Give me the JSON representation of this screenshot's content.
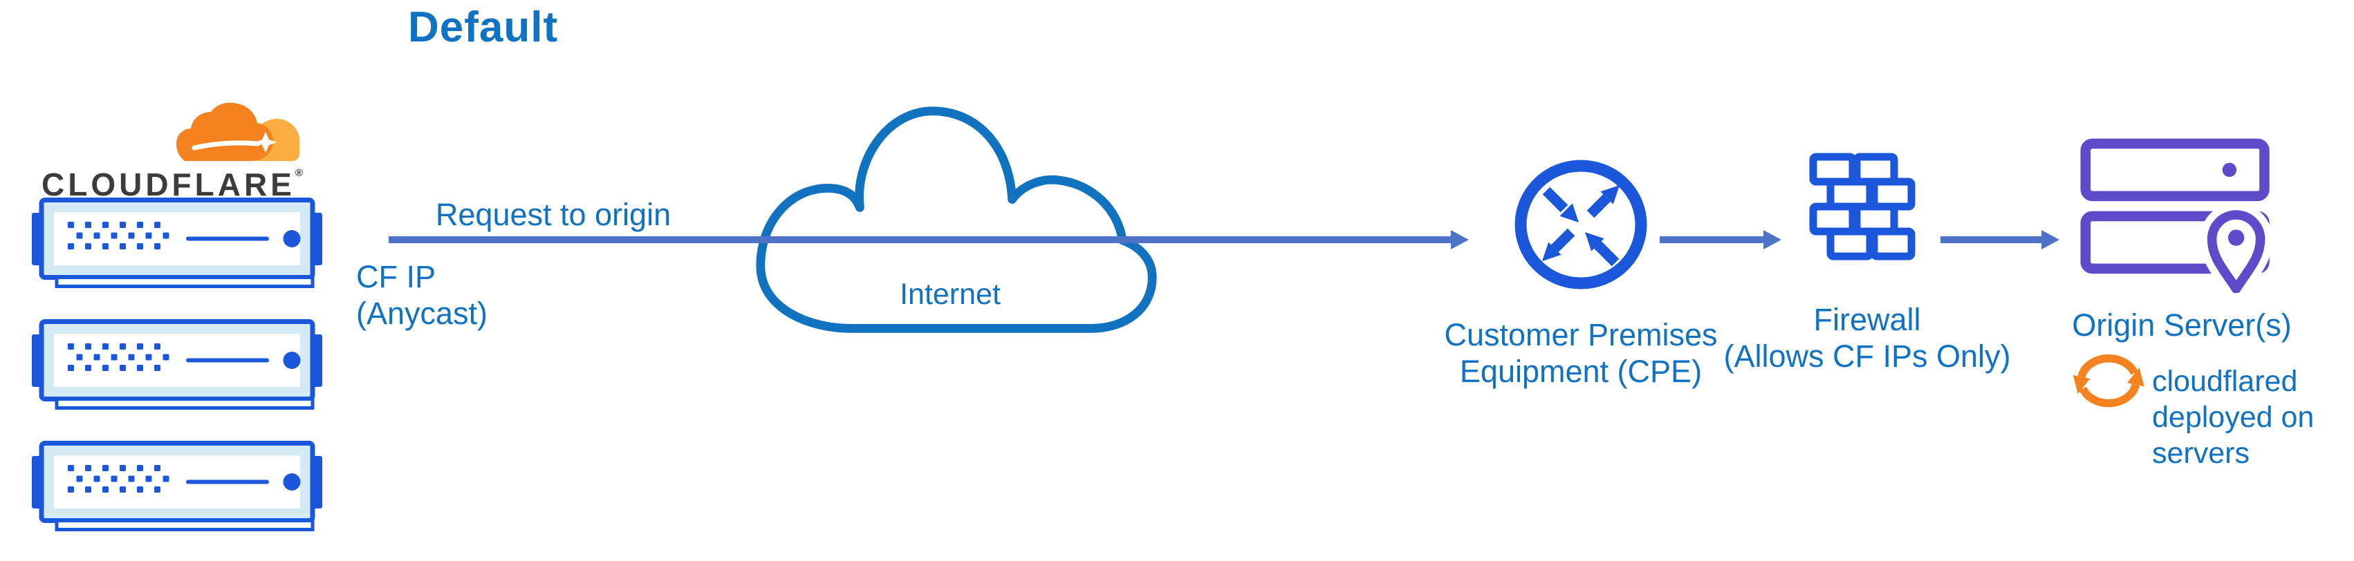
{
  "title": "Default",
  "brand": {
    "wordmark": "CLOUDFLARE",
    "registered": "®"
  },
  "labels": {
    "request": "Request to origin",
    "cf_ip_line1": "CF IP",
    "cf_ip_line2": "(Anycast)",
    "internet": "Internet",
    "cpe_line1": "Customer Premises",
    "cpe_line2": "Equipment (CPE)",
    "firewall_line1": "Firewall",
    "firewall_line2": "(Allows CF IPs Only)",
    "origin": "Origin Server(s)",
    "cloudflared_line1": "cloudflared",
    "cloudflared_line2": "deployed on",
    "cloudflared_line3": "servers"
  },
  "icons": {
    "cloudflare-logo-cloud-icon": "orange cloud logo with white flare",
    "edge-server-icon": "blue rack server with dot grid, line and power led (x3 stack)",
    "internet-cloud-icon": "blue outlined cloud",
    "arrow-right-icon": "slate blue flow arrow (x3)",
    "cpe-router-icon": "blue circle with four diagonal in/out arrows",
    "firewall-icon": "blue brick wall",
    "origin-servers-icon": "two purple server bars",
    "location-pin-icon": "purple map pin on origin server",
    "cloudflared-sync-icon": "orange circular sync arrows"
  },
  "colors": {
    "label_blue": "#0f72c3",
    "arrow_slate": "#4e73c6",
    "icon_royal_blue": "#1a57db",
    "server_fill": "#d4eaf4",
    "origin_purple": "#5e4bc9",
    "cloudflare_orange": "#f6821f",
    "cloudflare_orange_light": "#fbad41",
    "wordmark_dark": "#3c3c3e",
    "background": "#ffffff"
  }
}
